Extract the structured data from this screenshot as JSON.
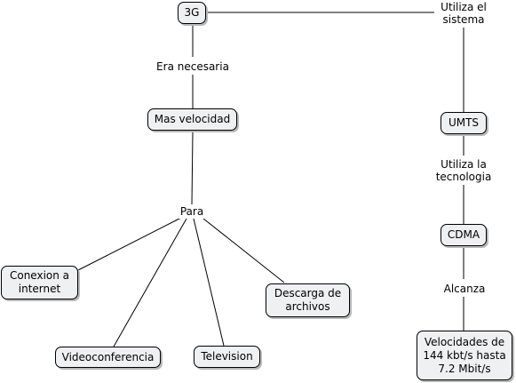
{
  "concept_map": {
    "concepts": {
      "c3g": "3G",
      "mas_velocidad": "Mas velocidad",
      "conexion": "Conexion a\ninternet",
      "videoconferencia": "Videoconferencia",
      "television": "Television",
      "descarga": "Descarga de\narchivos",
      "umts": "UMTS",
      "cdma": "CDMA",
      "velocidades": "Velocidades de\n144 kbt/s hasta\n7.2 Mbit/s"
    },
    "linking_phrases": {
      "utiliza_sistema": "Utiliza el\nsistema",
      "era_necesaria": "Era necesaria",
      "para": "Para",
      "utiliza_tecnologia": "Utiliza la\ntecnologia",
      "alcanza": "Alcanza"
    },
    "colors": {
      "node_fill": "#eef0f1",
      "node_border": "#000000",
      "line": "#000000",
      "background": "#ffffff"
    }
  }
}
